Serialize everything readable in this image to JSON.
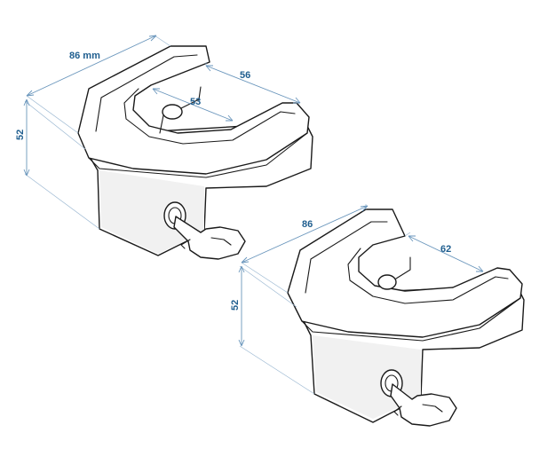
{
  "diagram": {
    "lock_top": {
      "dimensions": {
        "width_label": "86 mm",
        "opening_outer_label": "56",
        "opening_inner_label": "53",
        "height_label": "52"
      }
    },
    "lock_bottom": {
      "dimensions": {
        "width_label": "86",
        "opening_label": "62",
        "height_label": "52"
      }
    },
    "colors": {
      "dimension_line": "#6a96bc",
      "dimension_text": "#1f5e8f",
      "outline": "#1a1a1a"
    }
  }
}
